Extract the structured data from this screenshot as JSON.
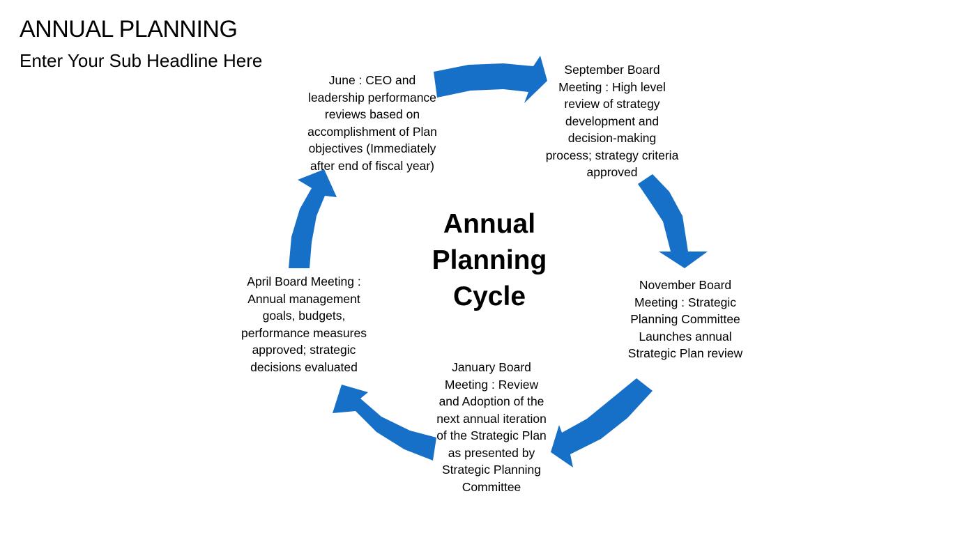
{
  "header": {
    "title": "ANNUAL PLANNING",
    "subtitle": "Enter Your Sub Headline Here"
  },
  "diagram": {
    "center_label": "Annual\nPlanning\nCycle",
    "arrow_color": "#1670C8",
    "nodes": [
      {
        "id": "june",
        "text": "June : CEO and\nleadership performance\nreviews based on\naccomplishment of Plan\nobjectives (Immediately\nafter end of fiscal year)"
      },
      {
        "id": "september",
        "text": "September Board\nMeeting : High level\nreview of strategy\ndevelopment and\ndecision-making\nprocess; strategy criteria\napproved"
      },
      {
        "id": "november",
        "text": "November Board\nMeeting : Strategic\nPlanning Committee\nLaunches annual\nStrategic Plan review"
      },
      {
        "id": "january",
        "text": "January Board\nMeeting : Review\nand Adoption of the\nnext annual iteration\nof the Strategic Plan\nas presented by\nStrategic Planning\nCommittee"
      },
      {
        "id": "april",
        "text": "April Board Meeting :\nAnnual management\ngoals, budgets,\nperformance measures\napproved; strategic\ndecisions evaluated"
      }
    ]
  }
}
